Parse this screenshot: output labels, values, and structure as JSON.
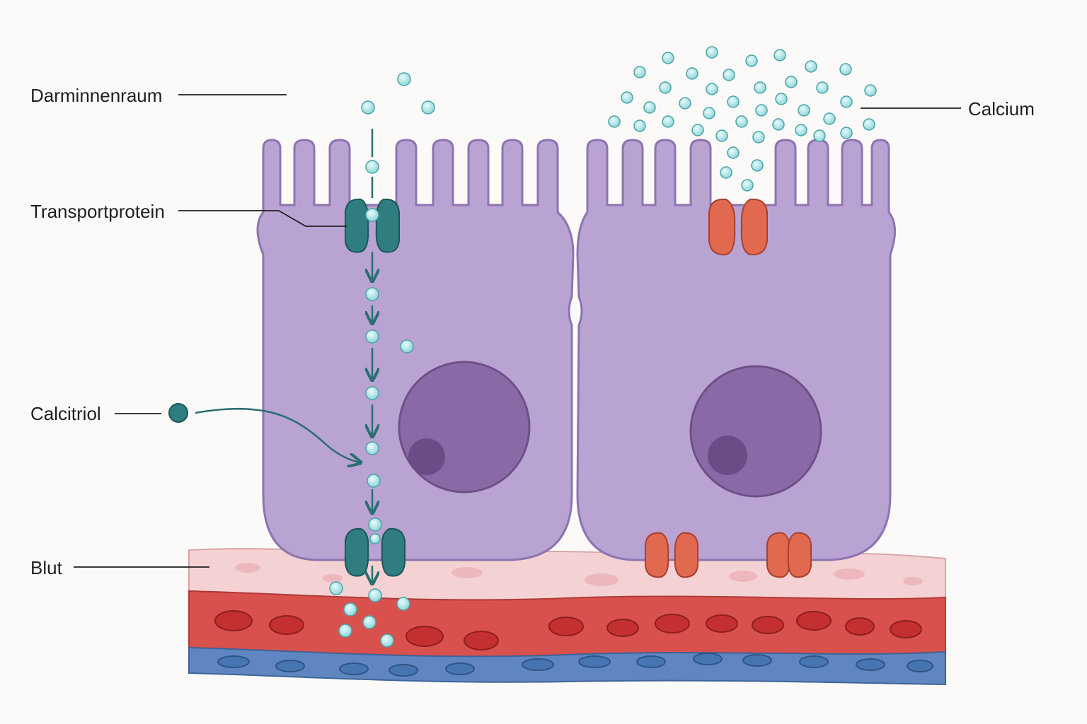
{
  "labels": {
    "lumen": "Darminnenraum",
    "transporter": "Transportprotein",
    "calcitriol": "Calcitriol",
    "blood": "Blut",
    "calcium": "Calcium"
  },
  "colors": {
    "cell_fill": "#b9a3d3",
    "cell_stroke": "#8d74b0",
    "nucleus": "#8a6aa6",
    "nucleolus": "#6a4d86",
    "active_transporter": "#2f7d7f",
    "inactive_transporter": "#e0694f",
    "calcium_ion": "#a7e3e6",
    "calcitriol": "#2f7d7f",
    "tissue": "#f4d2d4",
    "artery": "#d9514d",
    "vein": "#5f86c0"
  }
}
